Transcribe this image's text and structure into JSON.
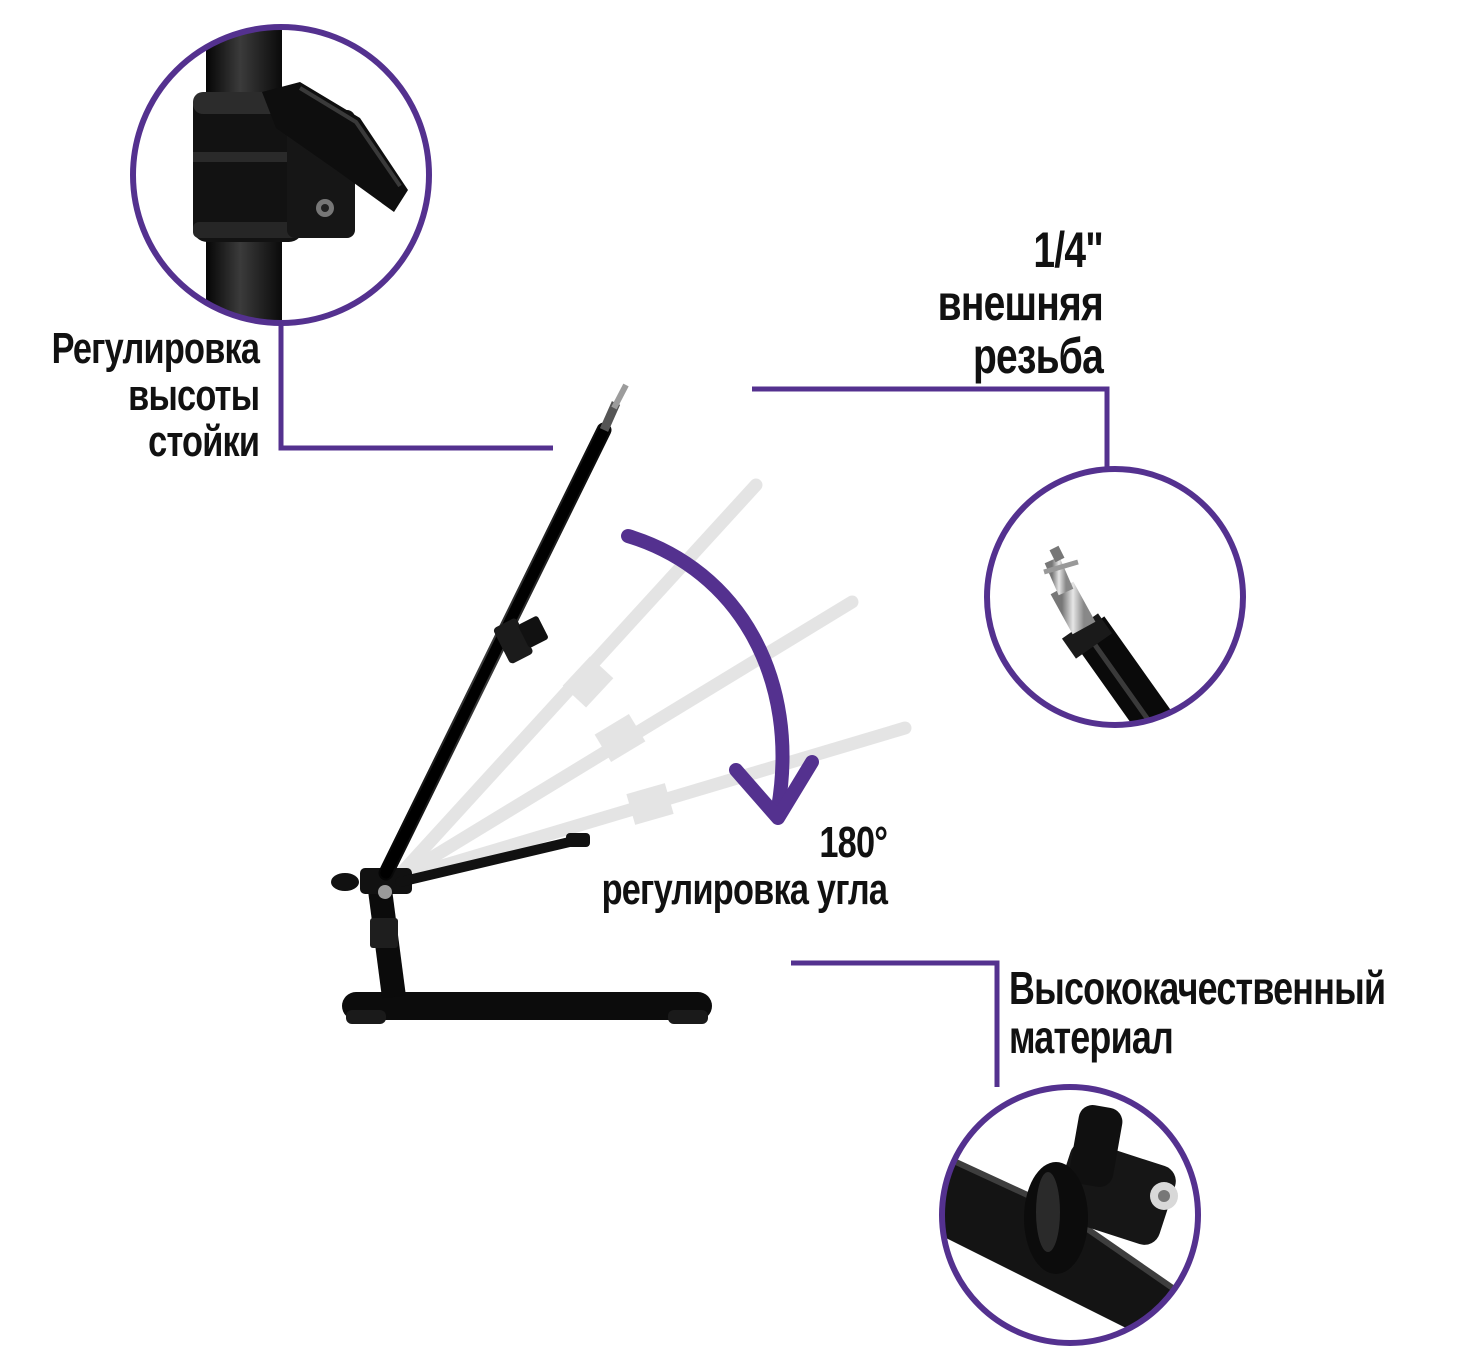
{
  "accent_color": "#54318f",
  "callouts": {
    "height": {
      "line1": "Регулировка",
      "line2": "высоты",
      "line3": "стойки",
      "icon": "clamp-lever-closeup"
    },
    "thread": {
      "line1": "1/4\"",
      "line2": "внешняя",
      "line3": "резьба",
      "icon": "thread-screw-closeup"
    },
    "angle": {
      "line1": "180°",
      "line2": "регулировка угла",
      "icon": "curved-arrow"
    },
    "material": {
      "line1": "Высококачественный",
      "line2": "материал",
      "icon": "joint-knob-closeup"
    }
  }
}
